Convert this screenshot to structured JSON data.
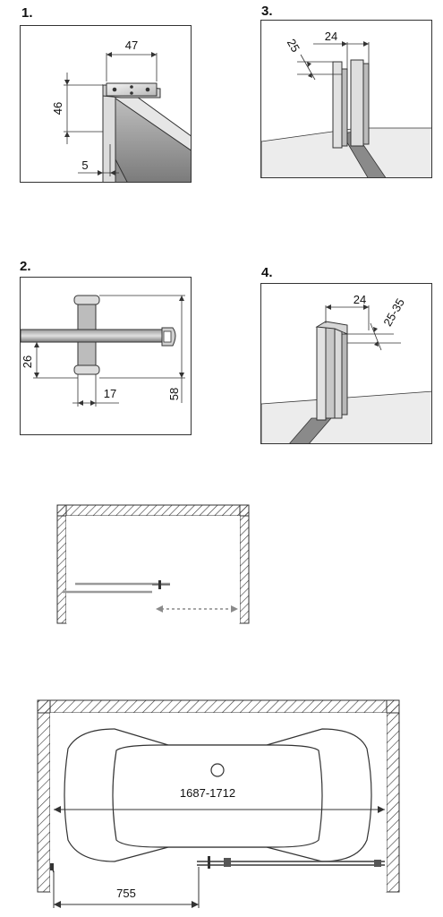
{
  "steps": {
    "s1": {
      "num": "1.",
      "dims": {
        "width": "47",
        "height": "46",
        "gap": "5"
      }
    },
    "s2": {
      "num": "2.",
      "dims": {
        "left_height": "26",
        "base_width": "17",
        "total_height": "58"
      }
    },
    "s3": {
      "num": "3.",
      "dims": {
        "width": "24",
        "depth": "25"
      }
    },
    "s4": {
      "num": "4.",
      "dims": {
        "width": "24",
        "depth": "25-35"
      }
    }
  },
  "plan": {
    "bath_width": "1687-1712",
    "opening": "755"
  },
  "colors": {
    "line": "#333333",
    "profile_fill": "#d9d9d9",
    "floor_fill": "#9a9a9a",
    "bar_fill": "#8a8a8a",
    "hatch": "#333333",
    "arrow": "#8a8a8a"
  }
}
